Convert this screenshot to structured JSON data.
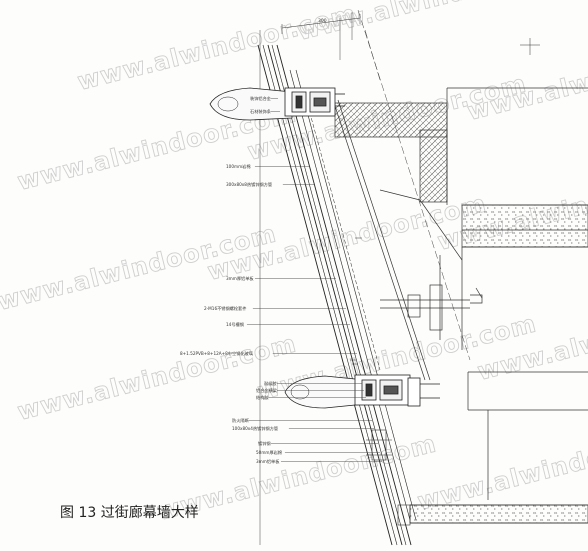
{
  "figure": {
    "caption": "图 13 过街廊幕墙大样"
  },
  "watermark": {
    "text": "www.alwindoor.com"
  },
  "dimensions": {
    "top_width": "300"
  },
  "callouts": [
    {
      "text": "装饰铝合金",
      "font_size": 4.2
    },
    {
      "text": "石材装饰条",
      "font_size": 4.2
    },
    {
      "text": "100mm岩棉",
      "font_size": 4.2
    },
    {
      "text": "300x80x8热镀锌钢方管",
      "font_size": 4.2
    },
    {
      "text": "3mm厚铝单板",
      "font_size": 4.2
    },
    {
      "text": "2-M16不锈钢螺栓套件",
      "font_size": 4.2
    },
    {
      "text": "14号槽钢",
      "font_size": 4.2
    },
    {
      "text": "8+1.52PVB+8+12A+8中空钢化玻璃",
      "font_size": 4.2
    },
    {
      "text": "耐候胶",
      "font_size": 4.2
    },
    {
      "text": "铝合金横梁",
      "font_size": 4.2
    },
    {
      "text": "结构胶",
      "font_size": 4.2
    },
    {
      "text": "防火隔断",
      "font_size": 4.2
    },
    {
      "text": "100x80x4热镀锌钢方管",
      "font_size": 4.2
    },
    {
      "text": "镀锌钢",
      "font_size": 4.2
    },
    {
      "text": "50mm厚岩棉",
      "font_size": 4.2
    },
    {
      "text": "3mm铝单板",
      "font_size": 4.2
    }
  ]
}
